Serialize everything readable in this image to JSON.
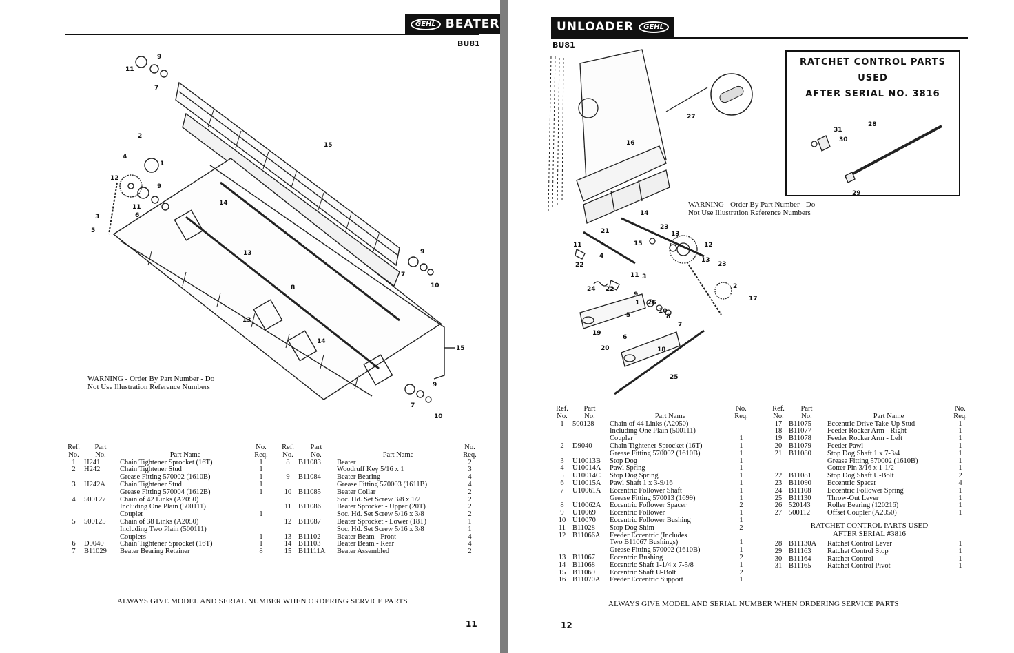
{
  "left": {
    "header": {
      "logo": "GEHL",
      "title": "BEATER",
      "model": "BU81"
    },
    "warning": [
      "WARNING - Order By Part Number - Do",
      "Not Use Illustration Reference Numbers"
    ],
    "diagram_labels": [
      "11",
      "9",
      "7",
      "15",
      "2",
      "4",
      "1",
      "12",
      "9",
      "11",
      "6",
      "3",
      "5",
      "14",
      "13",
      "8",
      "13",
      "14",
      "9",
      "7",
      "10",
      "15",
      "9",
      "7",
      "10"
    ],
    "columns": {
      "ref": [
        "Ref.",
        "No."
      ],
      "part": [
        "Part",
        "No."
      ],
      "name": "Part Name",
      "req": [
        "No.",
        "Req."
      ]
    },
    "parts_a": [
      {
        "ref": "1",
        "part": "H241",
        "name": "Chain Tightener Sprocket (16T)",
        "req": "1"
      },
      {
        "ref": "2",
        "part": "H242",
        "name": "Chain Tightener Stud",
        "req": "1"
      },
      {
        "ref": "",
        "part": "",
        "name": "Grease Fitting 570002 (1610B)",
        "req": "1",
        "sub": true
      },
      {
        "ref": "3",
        "part": "H242A",
        "name": "Chain Tightener Stud",
        "req": "1"
      },
      {
        "ref": "",
        "part": "",
        "name": "Grease Fitting 570004 (1612B)",
        "req": "1",
        "sub": true
      },
      {
        "ref": "4",
        "part": "500127",
        "name": "Chain of 42 Links (A2050)",
        "req": ""
      },
      {
        "ref": "",
        "part": "",
        "name": "Including One Plain (500111)",
        "req": "",
        "sub": true
      },
      {
        "ref": "",
        "part": "",
        "name": "Coupler",
        "req": "1",
        "sub": true
      },
      {
        "ref": "5",
        "part": "500125",
        "name": "Chain of 38 Links (A2050)",
        "req": ""
      },
      {
        "ref": "",
        "part": "",
        "name": "Including Two Plain (500111)",
        "req": "",
        "sub": true
      },
      {
        "ref": "",
        "part": "",
        "name": "Couplers",
        "req": "1",
        "sub": true
      },
      {
        "ref": "6",
        "part": "D9040",
        "name": "Chain Tightener Sprocket (16T)",
        "req": "1"
      },
      {
        "ref": "7",
        "part": "B11029",
        "name": "Beater Bearing Retainer",
        "req": "8"
      }
    ],
    "parts_b": [
      {
        "ref": "8",
        "part": "B11083",
        "name": "Beater",
        "req": "2"
      },
      {
        "ref": "",
        "part": "",
        "name": "Woodruff Key 5/16 x 1",
        "req": "3",
        "sub": true
      },
      {
        "ref": "9",
        "part": "B11084",
        "name": "Beater Bearing",
        "req": "4"
      },
      {
        "ref": "",
        "part": "",
        "name": "Grease Fitting 570003 (1611B)",
        "req": "4",
        "sub": true
      },
      {
        "ref": "10",
        "part": "B11085",
        "name": "Beater Collar",
        "req": "2"
      },
      {
        "ref": "",
        "part": "",
        "name": "Soc. Hd. Set Screw 3/8 x 1/2",
        "req": "2",
        "sub": true
      },
      {
        "ref": "11",
        "part": "B11086",
        "name": "Beater Sprocket - Upper (20T)",
        "req": "2"
      },
      {
        "ref": "",
        "part": "",
        "name": "Soc. Hd. Set Screw 5/16 x 3/8",
        "req": "2",
        "sub": true
      },
      {
        "ref": "12",
        "part": "B11087",
        "name": "Beater Sprocket - Lower (18T)",
        "req": "1"
      },
      {
        "ref": "",
        "part": "",
        "name": "Soc. Hd. Set Screw 5/16 x 3/8",
        "req": "1",
        "sub": true
      },
      {
        "ref": "13",
        "part": "B11102",
        "name": "Beater Beam - Front",
        "req": "4"
      },
      {
        "ref": "14",
        "part": "B11103",
        "name": "Beater Beam - Rear",
        "req": "4"
      },
      {
        "ref": "15",
        "part": "B11111A",
        "name": "Beater Assembled",
        "req": "2"
      }
    ],
    "footer": "ALWAYS GIVE MODEL AND SERIAL NUMBER WHEN ORDERING SERVICE PARTS",
    "page_number": "11"
  },
  "right": {
    "header": {
      "logo": "GEHL",
      "title": "UNLOADER",
      "model": "BU81"
    },
    "callout": {
      "title_line1": "RATCHET CONTROL PARTS USED",
      "title_line2": "AFTER SERIAL NO. 3816",
      "labels": [
        "31",
        "30",
        "28",
        "29"
      ]
    },
    "warning": [
      "WARNING - Order By Part Number - Do",
      "Not Use Illustration Reference Numbers"
    ],
    "diagram_labels": [
      "27",
      "16",
      "14",
      "21",
      "23",
      "13",
      "12",
      "11",
      "22",
      "4",
      "15",
      "13",
      "23",
      "24",
      "22",
      "11",
      "3",
      "9",
      "26",
      "10",
      "2",
      "17",
      "1",
      "5",
      "8",
      "19",
      "6",
      "7",
      "20",
      "18",
      "25"
    ],
    "columns": {
      "ref": [
        "Ref.",
        "No."
      ],
      "part": [
        "Part",
        "No."
      ],
      "name": "Part Name",
      "req": [
        "No.",
        "Req."
      ]
    },
    "parts_a": [
      {
        "ref": "1",
        "part": "500128",
        "name": "Chain of 44 Links (A2050)",
        "req": ""
      },
      {
        "ref": "",
        "part": "",
        "name": "Including One Plain (500111)",
        "req": "",
        "sub": true
      },
      {
        "ref": "",
        "part": "",
        "name": "Coupler",
        "req": "1",
        "sub": true
      },
      {
        "ref": "2",
        "part": "D9040",
        "name": "Chain Tightener Sprocket (16T)",
        "req": "1"
      },
      {
        "ref": "",
        "part": "",
        "name": "Grease Fitting 570002 (1610B)",
        "req": "1",
        "sub": true
      },
      {
        "ref": "3",
        "part": "U10013B",
        "name": "Stop Dog",
        "req": "1"
      },
      {
        "ref": "4",
        "part": "U10014A",
        "name": "Pawl Spring",
        "req": "1"
      },
      {
        "ref": "5",
        "part": "U10014C",
        "name": "Stop Dog Spring",
        "req": "1"
      },
      {
        "ref": "6",
        "part": "U10015A",
        "name": "Pawl Shaft 1 x 3-9/16",
        "req": "1"
      },
      {
        "ref": "7",
        "part": "U10061A",
        "name": "Eccentric Follower Shaft",
        "req": "1"
      },
      {
        "ref": "",
        "part": "",
        "name": "Grease Fitting 570013 (1699)",
        "req": "1",
        "sub": true
      },
      {
        "ref": "8",
        "part": "U10062A",
        "name": "Eccentric Follower Spacer",
        "req": "2"
      },
      {
        "ref": "9",
        "part": "U10069",
        "name": "Eccentric Follower",
        "req": "1"
      },
      {
        "ref": "10",
        "part": "U10070",
        "name": "Eccentric Follower Bushing",
        "req": "1"
      },
      {
        "ref": "11",
        "part": "B11028",
        "name": "Stop Dog Shim",
        "req": "2"
      },
      {
        "ref": "12",
        "part": "B11066A",
        "name": "Feeder Eccentric (Includes",
        "req": ""
      },
      {
        "ref": "",
        "part": "",
        "name": "Two B11067 Bushings)",
        "req": "1",
        "sub": true
      },
      {
        "ref": "",
        "part": "",
        "name": "Grease Fitting 570002 (1610B)",
        "req": "1",
        "sub": true
      },
      {
        "ref": "13",
        "part": "B11067",
        "name": "Eccentric Bushing",
        "req": "2"
      },
      {
        "ref": "14",
        "part": "B11068",
        "name": "Eccentric Shaft 1-1/4 x 7-5/8",
        "req": "1"
      },
      {
        "ref": "15",
        "part": "B11069",
        "name": "Eccentric Shaft U-Bolt",
        "req": "2"
      },
      {
        "ref": "16",
        "part": "B11070A",
        "name": "Feeder Eccentric Support",
        "req": "1"
      }
    ],
    "parts_b": [
      {
        "ref": "17",
        "part": "B11075",
        "name": "Eccentric Drive Take-Up Stud",
        "req": "1"
      },
      {
        "ref": "18",
        "part": "B11077",
        "name": "Feeder Rocker Arm - Right",
        "req": "1"
      },
      {
        "ref": "19",
        "part": "B11078",
        "name": "Feeder Rocker Arm - Left",
        "req": "1"
      },
      {
        "ref": "20",
        "part": "B11079",
        "name": "Feeder Pawl",
        "req": "1"
      },
      {
        "ref": "21",
        "part": "B11080",
        "name": "Stop Dog Shaft 1 x 7-3/4",
        "req": "1"
      },
      {
        "ref": "",
        "part": "",
        "name": "Grease Fitting 570002 (1610B)",
        "req": "1",
        "sub": true
      },
      {
        "ref": "",
        "part": "",
        "name": "Cotter Pin 3/16 x 1-1/2",
        "req": "1",
        "sub": true
      },
      {
        "ref": "22",
        "part": "B11081",
        "name": "Stop Dog Shaft U-Bolt",
        "req": "2"
      },
      {
        "ref": "23",
        "part": "B11090",
        "name": "Eccentric Spacer",
        "req": "4"
      },
      {
        "ref": "24",
        "part": "B11108",
        "name": "Eccentric Follower Spring",
        "req": "1"
      },
      {
        "ref": "25",
        "part": "B11130",
        "name": "Throw-Out Lever",
        "req": "1"
      },
      {
        "ref": "26",
        "part": "520143",
        "name": "Roller Bearing (120216)",
        "req": "1"
      },
      {
        "ref": "27",
        "part": "500112",
        "name": "Offset Coupler (A2050)",
        "req": "1"
      }
    ],
    "section_title": [
      "RATCHET CONTROL PARTS USED",
      "AFTER SERIAL #3816"
    ],
    "parts_c": [
      {
        "ref": "28",
        "part": "B11130A",
        "name": "Ratchet Control Lever",
        "req": "1"
      },
      {
        "ref": "29",
        "part": "B11163",
        "name": "Ratchet Control Stop",
        "req": "1"
      },
      {
        "ref": "30",
        "part": "B11164",
        "name": "Ratchet Control",
        "req": "1"
      },
      {
        "ref": "31",
        "part": "B11165",
        "name": "Ratchet Control Pivot",
        "req": "1"
      }
    ],
    "footer": "ALWAYS GIVE MODEL AND SERIAL NUMBER WHEN ORDERING SERVICE PARTS",
    "page_number": "12"
  }
}
